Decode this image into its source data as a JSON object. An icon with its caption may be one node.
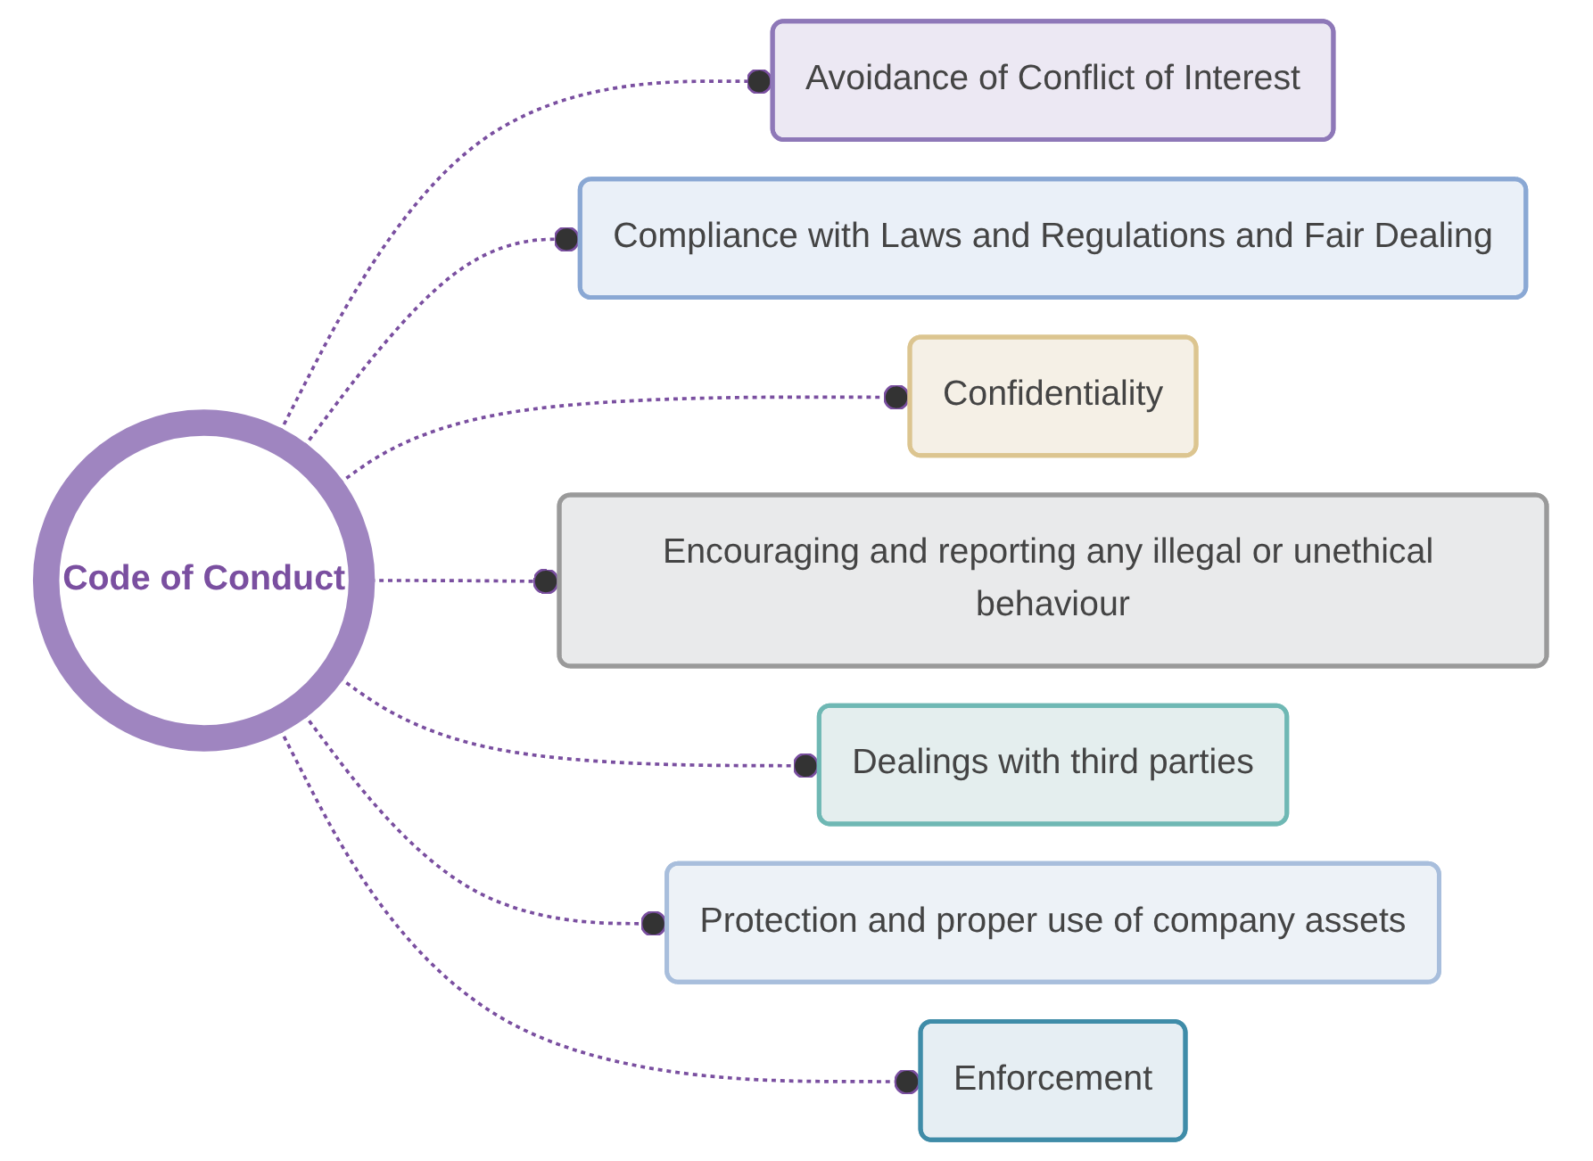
{
  "diagram": {
    "nodes": [
      {
        "text": [
          "Code of Conduct"
        ]
      },
      {
        "text": [
          "Avoidance of Conflict of Interest"
        ]
      },
      {
        "text": [
          "Compliance with Laws and Regulations and Fair Dealing"
        ]
      },
      {
        "text": [
          "Confidentiality"
        ]
      },
      {
        "text": [
          "Encouraging and reporting any illegal or unethical behaviour"
        ]
      },
      {
        "text": [
          "Dealings with third parties"
        ]
      },
      {
        "text": [
          "Protection and proper use of company assets"
        ]
      },
      {
        "text": [
          "Enforcement"
        ]
      }
    ],
    "edges": [
      {
        "from": 0,
        "to": 1,
        "arrow": "other",
        "style": "dashed"
      },
      {
        "from": 0,
        "to": 2,
        "arrow": "other",
        "style": "dashed"
      },
      {
        "from": 0,
        "to": 3,
        "arrow": "other",
        "style": "dashed"
      },
      {
        "from": 0,
        "to": 4,
        "arrow": "other",
        "style": "dashed"
      },
      {
        "from": 0,
        "to": 5,
        "arrow": "other",
        "style": "dashed"
      },
      {
        "from": 0,
        "to": 6,
        "arrow": "other",
        "style": "dashed"
      },
      {
        "from": 0,
        "to": 7,
        "arrow": "other",
        "style": "dashed"
      }
    ]
  }
}
